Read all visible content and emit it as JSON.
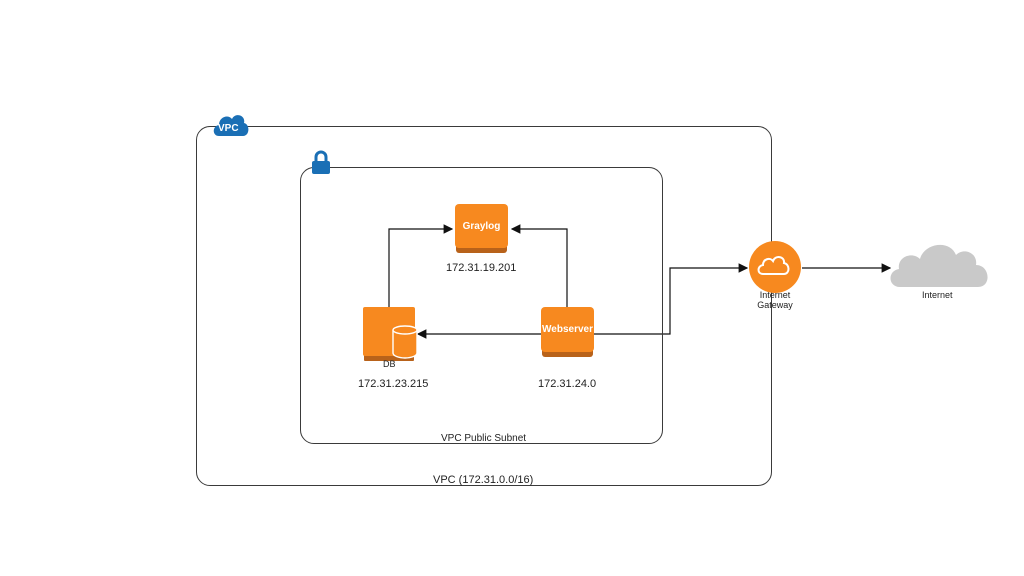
{
  "vpc": {
    "badge": "VPC",
    "caption": "VPC (172.31.0.0/16)"
  },
  "subnet": {
    "caption": "VPC Public Subnet"
  },
  "nodes": {
    "graylog": {
      "title": "Graylog",
      "ip": "172.31.19.201"
    },
    "webserver": {
      "title": "Webserver",
      "ip": "172.31.24.0"
    },
    "db": {
      "label": "DB",
      "ip": "172.31.23.215"
    }
  },
  "gateway": {
    "label_line1": "Internet",
    "label_line2": "Gateway"
  },
  "internet": {
    "label": "Internet"
  },
  "colors": {
    "aws_orange": "#f7891f",
    "aws_blue": "#1a6fb5",
    "cloud_gray": "#c9c9c9"
  }
}
